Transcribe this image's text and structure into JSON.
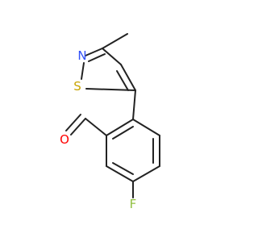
{
  "molecule": {
    "atom_labels": {
      "sulfur": "S",
      "nitrogen": "N",
      "oxygen": "O",
      "fluorine": "F"
    },
    "colors": {
      "bond": "#222222",
      "sulfur": "#c8a400",
      "nitrogen": "#3050f8",
      "oxygen": "#ff0000",
      "fluorine": "#90c040"
    }
  }
}
